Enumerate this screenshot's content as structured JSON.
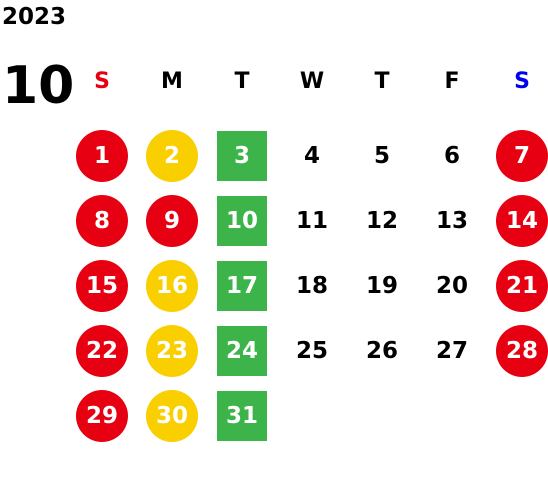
{
  "year": "2023",
  "month": "10",
  "weekdays": [
    "S",
    "M",
    "T",
    "W",
    "T",
    "F",
    "S"
  ],
  "colors": {
    "sunday_saturday": "#e60012",
    "monday": "#f9cf00",
    "tuesday": "#3cb44a",
    "saturday_header": "#0000ee"
  },
  "weeks": [
    [
      {
        "d": "1",
        "c": "red"
      },
      {
        "d": "2",
        "c": "yellow"
      },
      {
        "d": "3",
        "c": "green"
      },
      {
        "d": "4",
        "c": ""
      },
      {
        "d": "5",
        "c": ""
      },
      {
        "d": "6",
        "c": ""
      },
      {
        "d": "7",
        "c": "red"
      }
    ],
    [
      {
        "d": "8",
        "c": "red"
      },
      {
        "d": "9",
        "c": "red"
      },
      {
        "d": "10",
        "c": "green"
      },
      {
        "d": "11",
        "c": ""
      },
      {
        "d": "12",
        "c": ""
      },
      {
        "d": "13",
        "c": ""
      },
      {
        "d": "14",
        "c": "red"
      }
    ],
    [
      {
        "d": "15",
        "c": "red"
      },
      {
        "d": "16",
        "c": "yellow"
      },
      {
        "d": "17",
        "c": "green"
      },
      {
        "d": "18",
        "c": ""
      },
      {
        "d": "19",
        "c": ""
      },
      {
        "d": "20",
        "c": ""
      },
      {
        "d": "21",
        "c": "red"
      }
    ],
    [
      {
        "d": "22",
        "c": "red"
      },
      {
        "d": "23",
        "c": "yellow"
      },
      {
        "d": "24",
        "c": "green"
      },
      {
        "d": "25",
        "c": ""
      },
      {
        "d": "26",
        "c": ""
      },
      {
        "d": "27",
        "c": ""
      },
      {
        "d": "28",
        "c": "red"
      }
    ],
    [
      {
        "d": "29",
        "c": "red"
      },
      {
        "d": "30",
        "c": "yellow"
      },
      {
        "d": "31",
        "c": "green"
      }
    ]
  ]
}
